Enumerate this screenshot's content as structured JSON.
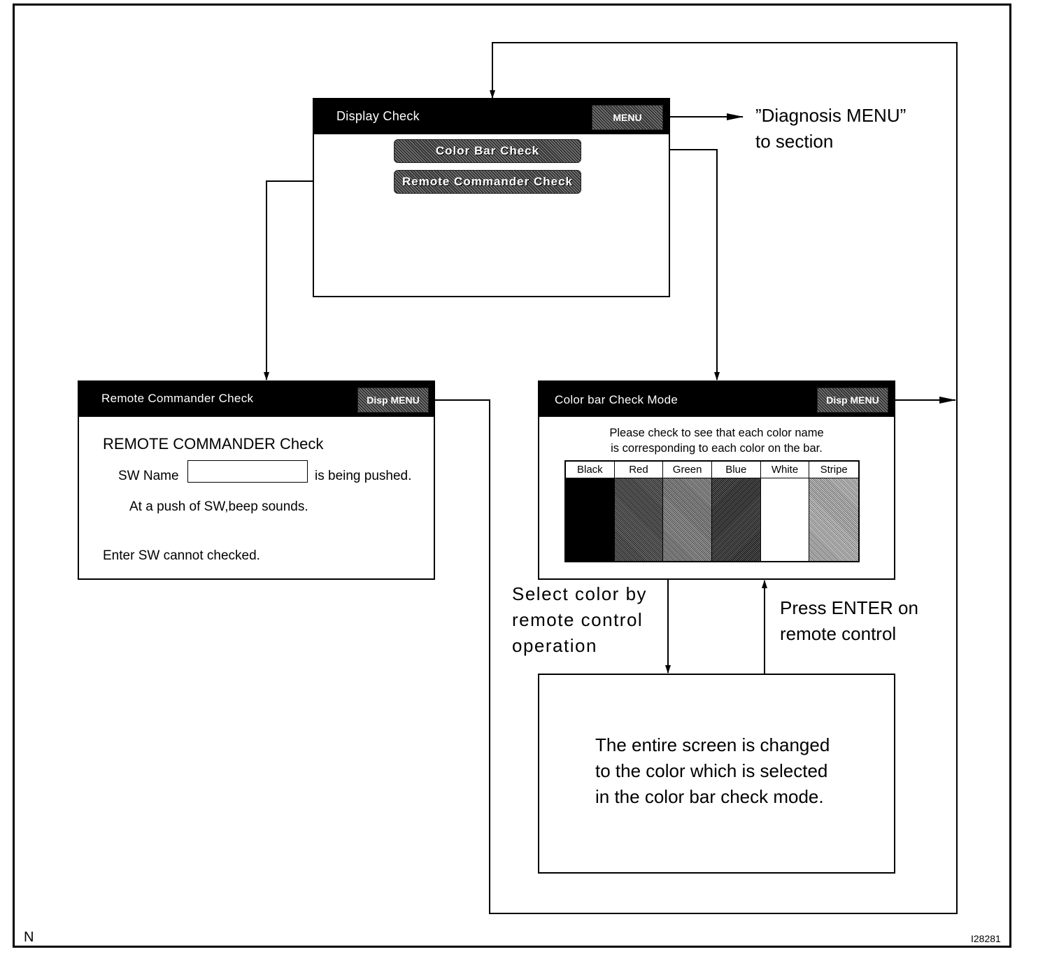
{
  "display_check": {
    "title": "Display Check",
    "menu_button": "MENU",
    "buttons": [
      "Color  Bar  Check",
      "Remote Commander  Check"
    ]
  },
  "diagnosis_note": [
    "”Diagnosis MENU”",
    "to section"
  ],
  "remote_commander": {
    "title": "Remote Commander Check",
    "menu_button": "Disp MENU",
    "heading": "REMOTE COMMANDER Check",
    "sw_label": "SW Name",
    "sw_value": "",
    "sw_suffix": "is being pushed.",
    "beep_note": "At a push of SW,beep sounds.",
    "enter_note": "Enter SW cannot checked."
  },
  "color_bar": {
    "title": "Color  bar  Check  Mode",
    "menu_button": "Disp MENU",
    "instructions": [
      "Please check to see that each color name",
      "is corresponding to each color on the bar."
    ],
    "colors": [
      "Black",
      "Red",
      "Green",
      "Blue",
      "White",
      "Stripe"
    ]
  },
  "select_note": [
    "Select color by",
    "remote control",
    "operation"
  ],
  "enter_note": [
    "Press ENTER on",
    "remote control"
  ],
  "result_text": [
    "The entire screen is changed",
    "to the color which is selected",
    "in the color bar check mode."
  ],
  "corner_left": "N",
  "corner_right": "I28281"
}
